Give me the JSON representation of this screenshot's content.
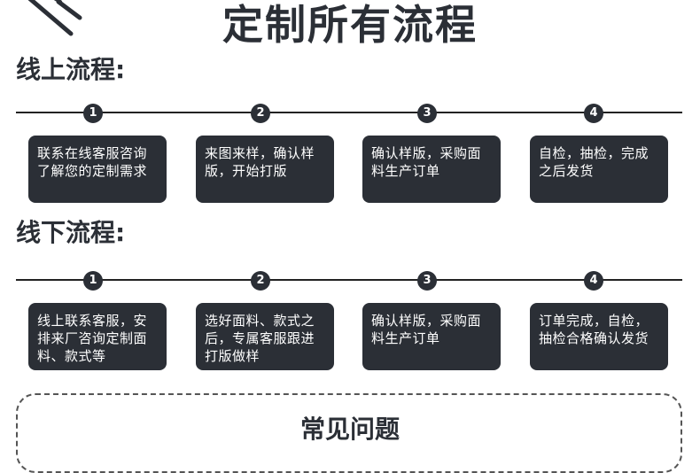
{
  "header": {
    "title": "定制所有流程",
    "icon": "scissors-icon"
  },
  "online": {
    "heading": "线上流程:",
    "steps": [
      {
        "num": "1",
        "text": "联系在线客服咨询了解您的定制需求"
      },
      {
        "num": "2",
        "text": "来图来样，确认样版，开始打版"
      },
      {
        "num": "3",
        "text": "确认样版，采购面料生产订单"
      },
      {
        "num": "4",
        "text": "自检，抽检，完成之后发货"
      }
    ]
  },
  "offline": {
    "heading": "线下流程:",
    "steps": [
      {
        "num": "1",
        "text": "线上联系客服，安排来厂咨询定制面料、款式等"
      },
      {
        "num": "2",
        "text": "选好面料、款式之后，专属客服跟进打版做样"
      },
      {
        "num": "3",
        "text": "确认样版，采购面料生产订单"
      },
      {
        "num": "4",
        "text": "订单完成，自检，抽检合格确认发货"
      }
    ]
  },
  "faq": {
    "title": "常见问题"
  },
  "colors": {
    "dark": "#2b2f36",
    "white": "#ffffff"
  }
}
